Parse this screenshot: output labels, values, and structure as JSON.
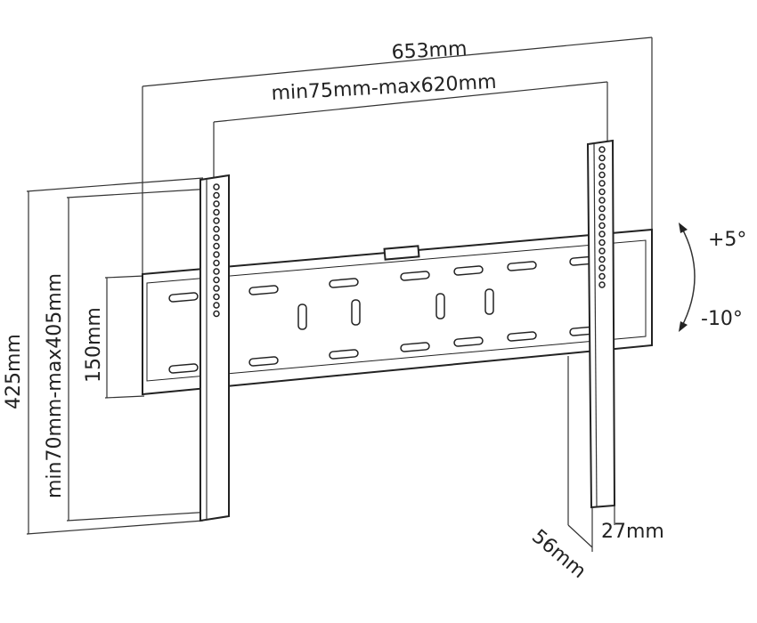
{
  "dimensions": {
    "overall_width": "653mm",
    "vesa_width_range": "min75mm-max620mm",
    "overall_height": "425mm",
    "vesa_height_range": "min70mm-max405mm",
    "bar_height": "150mm",
    "wall_distance": "27mm",
    "depth": "56mm"
  },
  "tilt": {
    "up": "+5°",
    "down": "-10°"
  }
}
